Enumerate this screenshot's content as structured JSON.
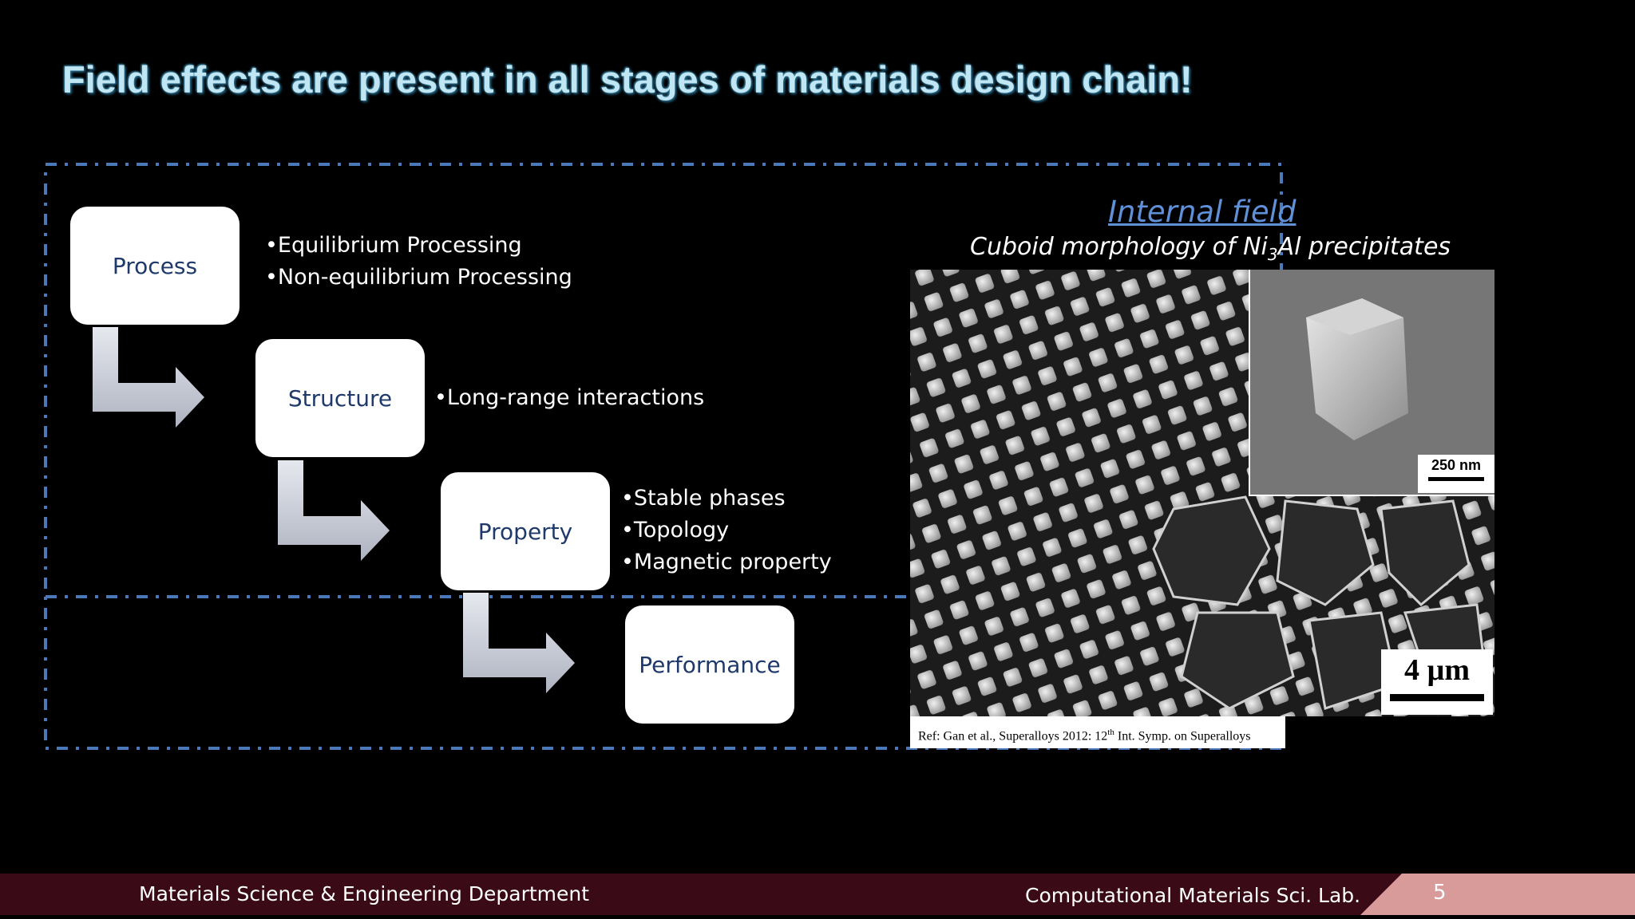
{
  "slide": {
    "title": "Field effects are present in all stages of materials design chain!"
  },
  "chain": {
    "boxes": [
      "Process",
      "Structure",
      "Property",
      "Performance"
    ],
    "process_bullets": [
      "•Equilibrium Processing",
      "•Non-equilibrium Processing"
    ],
    "structure_bullets": [
      "•Long-range interactions"
    ],
    "property_bullets": [
      "•Stable phases",
      "•Topology",
      "•Magnetic property"
    ]
  },
  "figure": {
    "heading": "Internal field",
    "caption_prefix": "Cuboid morphology of Ni",
    "caption_sub": "3",
    "caption_suffix": "Al precipitates",
    "inset_scale": "250 nm",
    "main_scale": "4 µm",
    "ref_prefix": "Ref: Gan et al., Superalloys 2012: 12",
    "ref_sup": "th",
    "ref_suffix": " Int. Symp. on Superalloys"
  },
  "footer": {
    "left": "Materials Science & Engineering Department",
    "right": "Computational Materials Sci. Lab.",
    "page": "5"
  },
  "colors": {
    "title": "#bfe6f2",
    "dash_border": "#4a78b8",
    "box_text": "#1f3a6a",
    "heading": "#5f90d8",
    "footer_bg": "#3a0b17",
    "page_tab": "#d99a9a"
  }
}
